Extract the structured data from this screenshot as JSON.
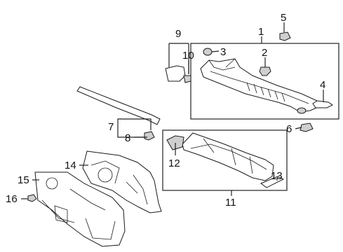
{
  "callouts": {
    "c1": "1",
    "c2": "2",
    "c3": "3",
    "c4": "4",
    "c5": "5",
    "c6": "6",
    "c7": "7",
    "c8": "8",
    "c9": "9",
    "c10": "10",
    "c11": "11",
    "c12": "12",
    "c13": "13",
    "c14": "14",
    "c15": "15",
    "c16": "16"
  },
  "colors": {
    "line": "#222222",
    "part_fill": "#ffffff",
    "part_shade": "#cfcfcf",
    "background": "#ffffff"
  }
}
